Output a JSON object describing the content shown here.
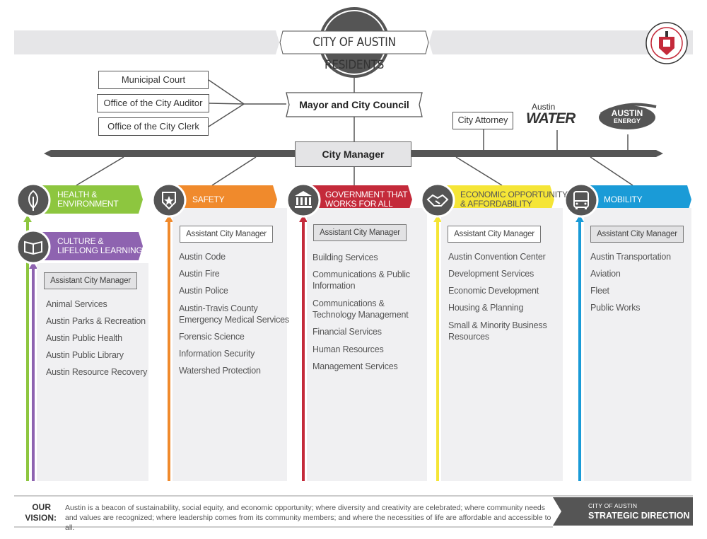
{
  "header": {
    "title": "CITY OF AUSTIN RESIDENTS"
  },
  "council": {
    "name": "Mayor and City Council",
    "offices": [
      "Municipal Court",
      "Office of the City Auditor",
      "Office of the City Clerk"
    ]
  },
  "city_manager": "City Manager",
  "attorney": "City Attorney",
  "utilities": {
    "water_line1": "Austin",
    "water_line2": "WATER",
    "energy_line1": "AUSTIN",
    "energy_line2": "ENERGY"
  },
  "outcomes": [
    {
      "key": "health",
      "label": [
        "HEALTH &",
        "ENVIRONMENT"
      ],
      "color": "#8dc63f",
      "icon": "leaf-icon"
    },
    {
      "key": "culture",
      "label": [
        "CULTURE &",
        "LIFELONG LEARNING"
      ],
      "color": "#8e63b0",
      "icon": "book-icon",
      "acm": "Assistant City Manager",
      "departments": [
        "Animal Services",
        "Austin Parks & Recreation",
        "Austin Public Health",
        "Austin Public Library",
        "Austin Resource Recovery"
      ]
    },
    {
      "key": "safety",
      "label": [
        "SAFETY"
      ],
      "color": "#f08a2c",
      "icon": "badge-star-icon",
      "acm": "Assistant City Manager",
      "departments": [
        "Austin Code",
        "Austin Fire",
        "Austin Police",
        "Austin-Travis County Emergency Medical Services",
        "Forensic Science",
        "Information Security",
        "Watershed Protection"
      ]
    },
    {
      "key": "government",
      "label": [
        "GOVERNMENT THAT",
        "WORKS FOR ALL"
      ],
      "color": "#c42a3a",
      "icon": "capitol-icon",
      "acm": "Assistant City Manager",
      "departments": [
        "Building Services",
        "Communications & Public Information",
        "Communications & Technology Management",
        "Financial Services",
        "Human Resources",
        "Management Services"
      ]
    },
    {
      "key": "economic",
      "label": [
        "ECONOMIC OPPORTUNITY",
        "& AFFORDABILITY"
      ],
      "color": "#f5e536",
      "icon": "handshake-icon",
      "acm": "Assistant City Manager",
      "departments": [
        "Austin Convention Center",
        "Development Services",
        "Economic Development",
        "Housing & Planning",
        "Small & Minority Business Resources"
      ]
    },
    {
      "key": "mobility",
      "label": [
        "MOBILITY"
      ],
      "color": "#1a9bd7",
      "icon": "bus-icon",
      "acm": "Assistant City Manager",
      "departments": [
        "Austin Transportation",
        "Aviation",
        "Fleet",
        "Public Works"
      ]
    }
  ],
  "vision": {
    "heading_line1": "OUR",
    "heading_line2": "VISION:",
    "text": "Austin is a beacon of sustainability, social equity, and economic opportunity; where diversity and creativity are celebrated; where community needs and values are recognized; where leadership comes from its community members; and where the necessities of life are affordable and accessible to all."
  },
  "footer_badge": {
    "small": "CITY OF AUSTIN",
    "big": "STRATEGIC DIRECTION"
  }
}
